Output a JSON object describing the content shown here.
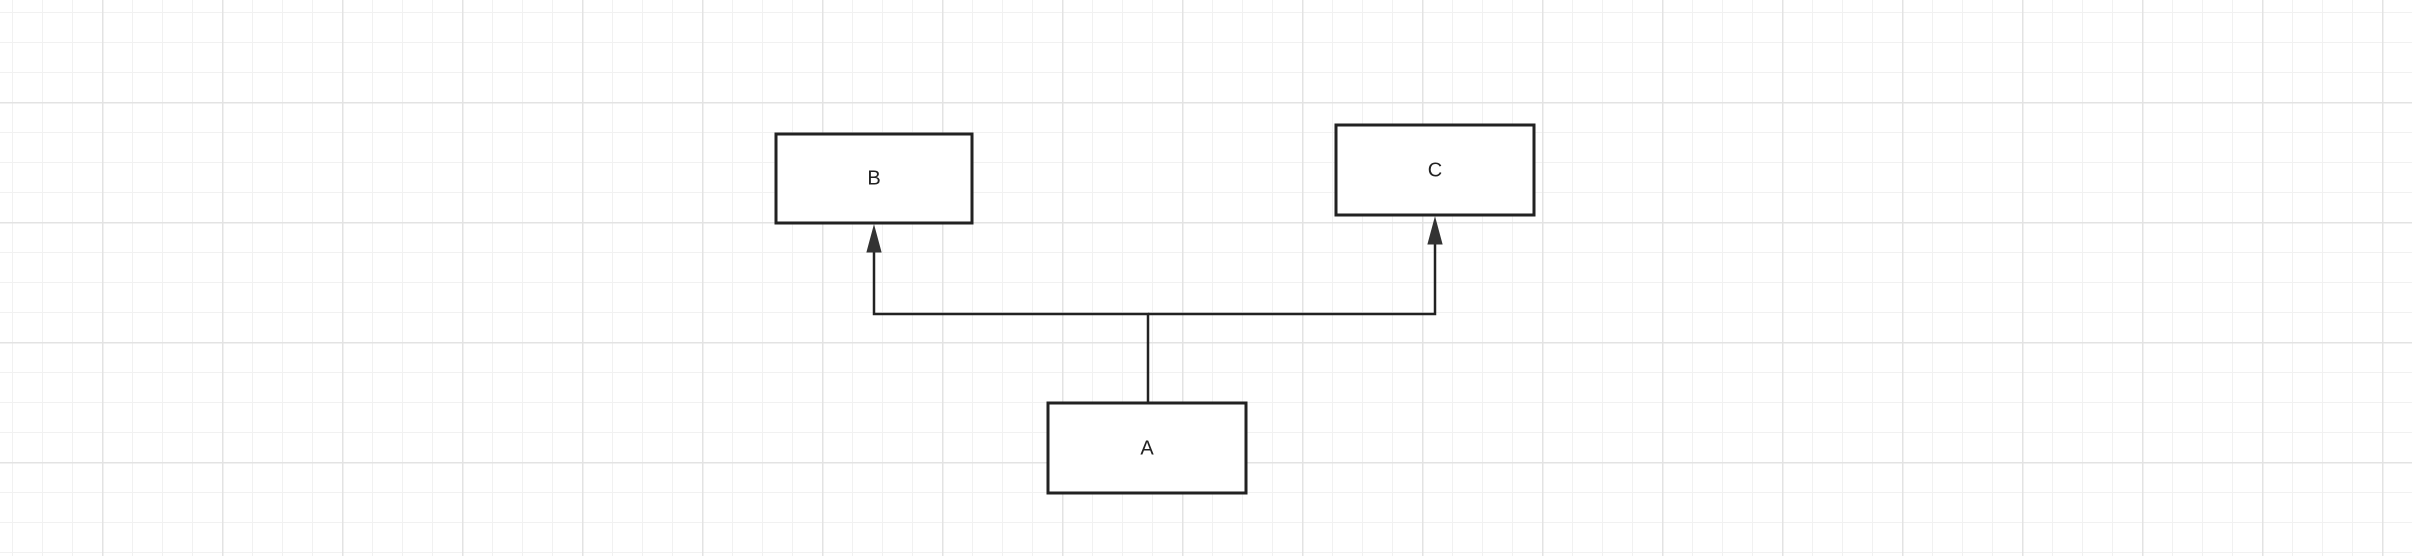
{
  "diagram": {
    "nodes": {
      "a": {
        "label": "A"
      },
      "b": {
        "label": "B"
      },
      "c": {
        "label": "C"
      }
    },
    "edges": [
      {
        "from": "A",
        "to": "B",
        "arrow": "filled-triangle"
      },
      {
        "from": "A",
        "to": "C",
        "arrow": "filled-triangle"
      }
    ],
    "colors": {
      "stroke": "#222222",
      "grid_major": "#e3e3e3",
      "grid_minor": "#f1f1f1",
      "background": "#ffffff"
    }
  }
}
